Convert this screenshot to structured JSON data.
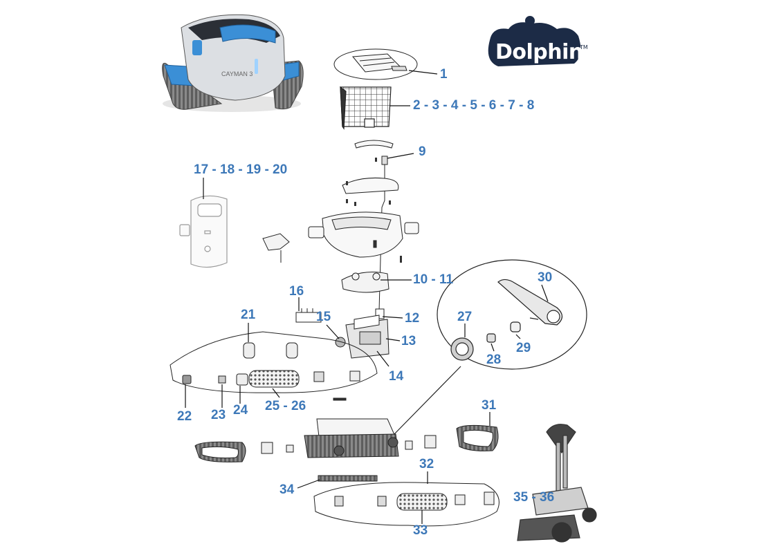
{
  "brand": {
    "logo_text": "Dolphin",
    "trademark": "TM",
    "robot_model_text": "CAYMAN 3"
  },
  "colors": {
    "callout": "#3d78b8",
    "logo_navy": "#1c2b46",
    "robot_blue": "#3b8fd6",
    "line_art": "#222222"
  },
  "callouts": [
    {
      "id": "c1",
      "label": "1"
    },
    {
      "id": "c2",
      "label": "2 - 3 - 4 - 5 - 6 - 7 - 8"
    },
    {
      "id": "c9",
      "label": "9"
    },
    {
      "id": "c17",
      "label": "17 - 18 - 19 - 20"
    },
    {
      "id": "c10",
      "label": "10 - 11"
    },
    {
      "id": "c16",
      "label": "16"
    },
    {
      "id": "c21",
      "label": "21"
    },
    {
      "id": "c15",
      "label": "15"
    },
    {
      "id": "c12",
      "label": "12"
    },
    {
      "id": "c13",
      "label": "13"
    },
    {
      "id": "c14",
      "label": "14"
    },
    {
      "id": "c30",
      "label": "30"
    },
    {
      "id": "c27",
      "label": "27"
    },
    {
      "id": "c28",
      "label": "28"
    },
    {
      "id": "c29",
      "label": "29"
    },
    {
      "id": "c22",
      "label": "22"
    },
    {
      "id": "c23",
      "label": "23"
    },
    {
      "id": "c24",
      "label": "24"
    },
    {
      "id": "c25",
      "label": "25 - 26"
    },
    {
      "id": "c31",
      "label": "31"
    },
    {
      "id": "c32",
      "label": "32"
    },
    {
      "id": "c34",
      "label": "34"
    },
    {
      "id": "c35",
      "label": "35 - 36"
    },
    {
      "id": "c33",
      "label": "33"
    }
  ]
}
